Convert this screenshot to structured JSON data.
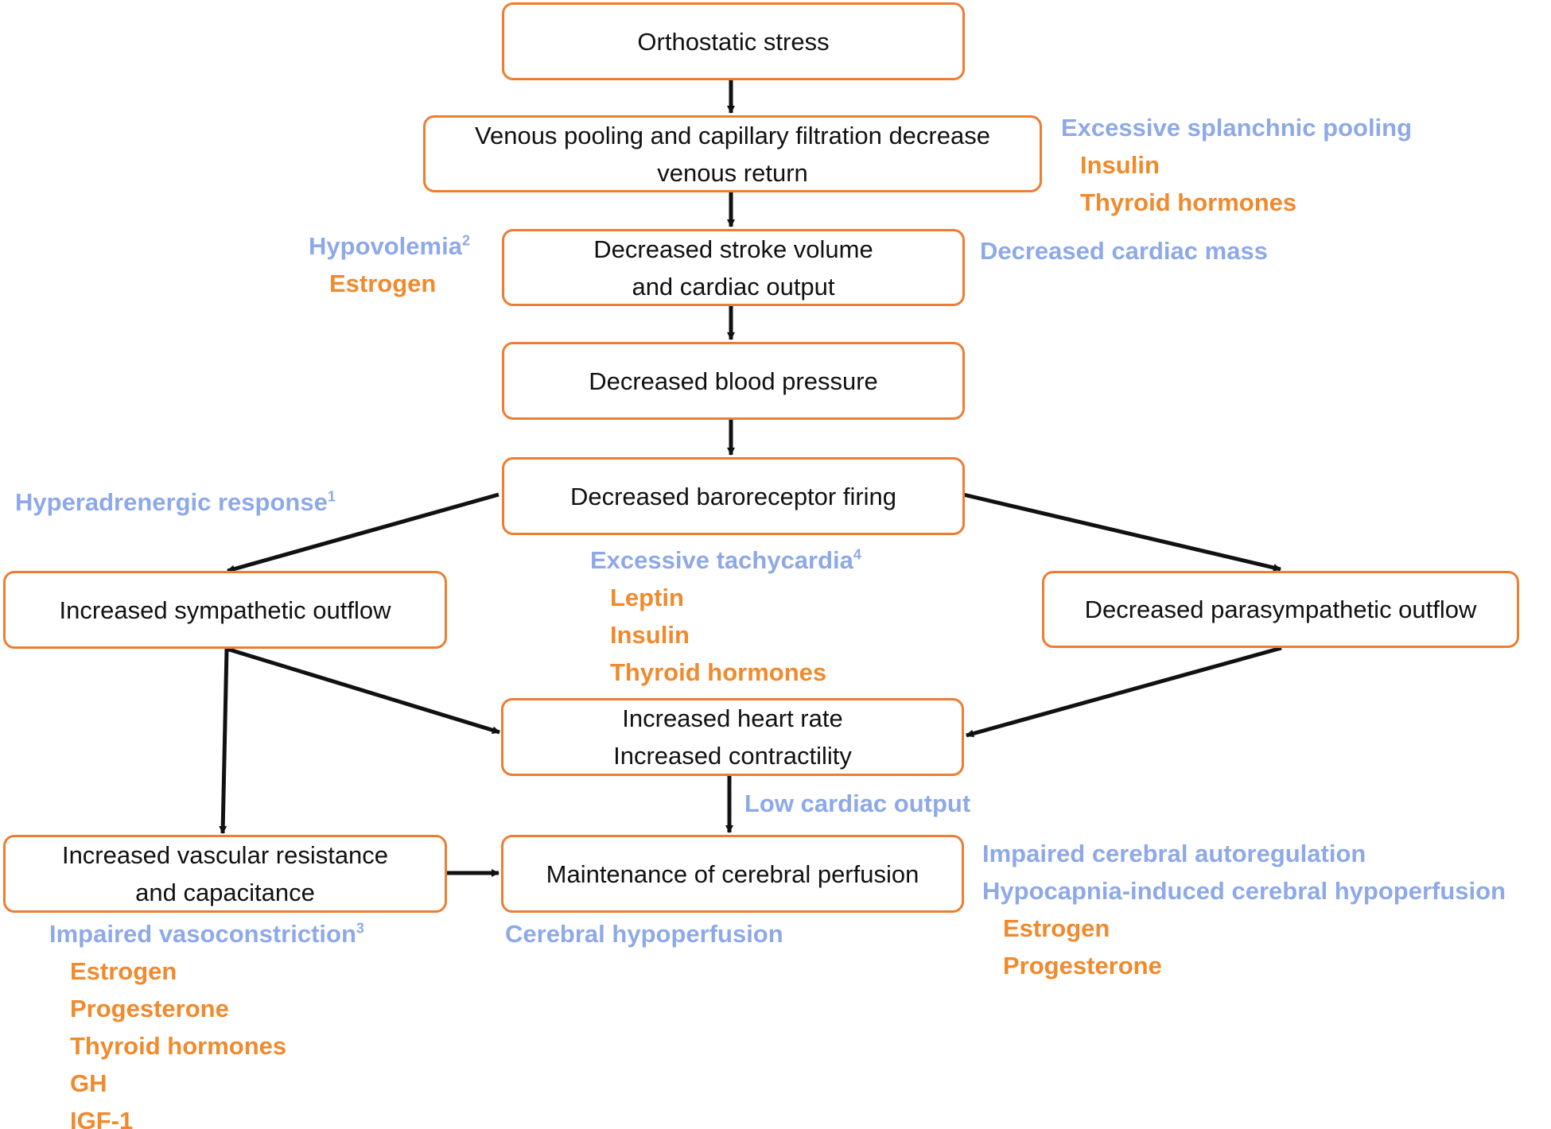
{
  "colors": {
    "box_border": "#ED7D31",
    "arrow": "#111111",
    "mechanism_text": "#8EA9E8",
    "hormone_text": "#F08A2C"
  },
  "boxes": {
    "orthostatic_stress": "Orthostatic stress",
    "venous_pooling": [
      "Venous pooling and capillary filtration decrease",
      "venous return"
    ],
    "decreased_stroke_volume": [
      "Decreased stroke volume",
      "and cardiac output"
    ],
    "decreased_blood_pressure": "Decreased blood pressure",
    "decreased_baroreceptor": "Decreased baroreceptor firing",
    "increased_sympathetic": "Increased sympathetic outflow",
    "decreased_parasympathetic": "Decreased parasympathetic outflow",
    "increased_heart_rate": [
      "Increased heart rate",
      "Increased contractility"
    ],
    "increased_vascular": [
      "Increased vascular resistance",
      "and capacitance"
    ],
    "cerebral_perfusion": "Maintenance of cerebral perfusion"
  },
  "annotations": {
    "splanchnic": {
      "mechanism": "Excessive splanchnic pooling",
      "hormones": [
        "Insulin",
        "Thyroid hormones"
      ]
    },
    "hypovolemia": {
      "mechanism": "Hypovolemia",
      "superscript": "2",
      "hormones": [
        "Estrogen"
      ]
    },
    "cardiac_mass": {
      "mechanism": "Decreased cardiac mass"
    },
    "hyperadrenergic": {
      "mechanism": "Hyperadrenergic response",
      "superscript": "1"
    },
    "tachycardia": {
      "mechanism": "Excessive tachycardia",
      "superscript": "4",
      "hormones": [
        "Leptin",
        "Insulin",
        "Thyroid hormones"
      ]
    },
    "low_cardiac_output": {
      "mechanism": "Low cardiac output"
    },
    "cerebral_autoregulation": {
      "mechanisms": [
        "Impaired cerebral autoregulation",
        "Hypocapnia-induced cerebral hypoperfusion"
      ],
      "hormones": [
        "Estrogen",
        "Progesterone"
      ]
    },
    "vasoconstriction": {
      "mechanism": "Impaired vasoconstriction",
      "superscript": "3",
      "hormones": [
        "Estrogen",
        "Progesterone",
        "Thyroid hormones",
        "GH",
        "IGF-1"
      ]
    },
    "cerebral_hypoperfusion": {
      "mechanism": "Cerebral hypoperfusion"
    }
  }
}
